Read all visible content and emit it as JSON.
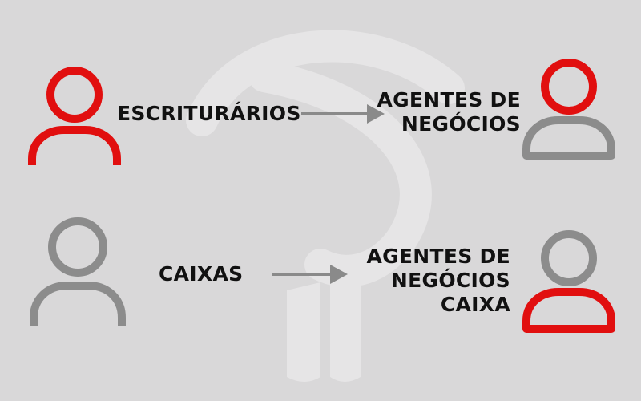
{
  "colors": {
    "background": "#d9d8d9",
    "watermark": "#e6e5e6",
    "accent_red": "#e10f0f",
    "neutral_gray": "#8c8c8c",
    "arrow_gray": "#8a8a8a",
    "text": "#111111"
  },
  "watermark": {
    "icon": "bank-logo-icon"
  },
  "rows": [
    {
      "source_label": "ESCRITURÁRIOS",
      "source_icon": "person-icon-red",
      "target_lines": [
        "AGENTES DE",
        "NEGÓCIOS"
      ],
      "target_icon": "person-icon-gray"
    },
    {
      "source_label": "CAIXAS",
      "source_icon": "person-icon-gray",
      "target_lines": [
        "AGENTES DE",
        "NEGÓCIOS",
        "CAIXA"
      ],
      "target_icon": "person-icon-gray-red-body"
    }
  ]
}
